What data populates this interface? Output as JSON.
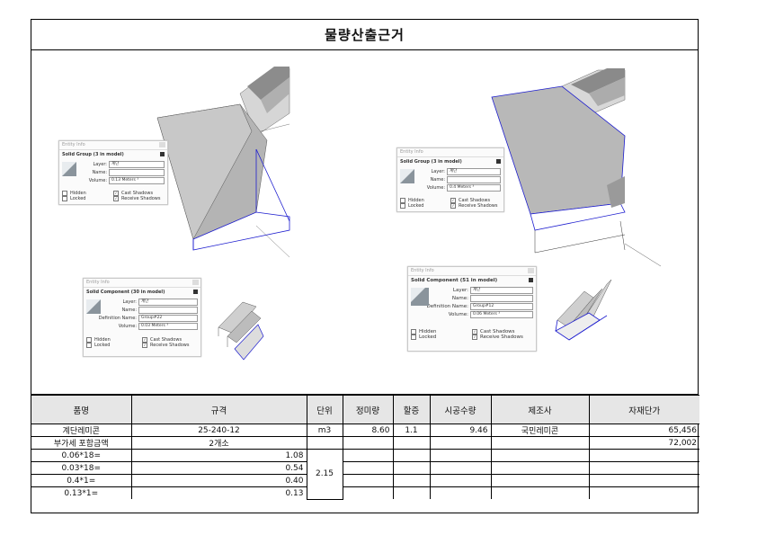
{
  "title": "물량산출근거",
  "panels": [
    {
      "id": "solid-group-3",
      "window_title": "Entity Info",
      "heading": "Solid Group (3 in model)",
      "layer_label": "Layer:",
      "layer_value": "계단",
      "name_label": "Name:",
      "name_value": "",
      "volume_label": "Volume:",
      "volume_value": "0.13 Meters ³",
      "hidden_label": "Hidden",
      "locked_label": "Locked",
      "cast_label": "Cast Shadows",
      "receive_label": "Receive Shadows"
    },
    {
      "id": "solid-group-3b",
      "window_title": "Entity Info",
      "heading": "Solid Group (3 in model)",
      "layer_label": "Layer:",
      "layer_value": "계단",
      "name_label": "Name:",
      "name_value": "",
      "volume_label": "Volume:",
      "volume_value": "0.4 Meters ³",
      "hidden_label": "Hidden",
      "locked_label": "Locked",
      "cast_label": "Cast Shadows",
      "receive_label": "Receive Shadows"
    },
    {
      "id": "solid-component-30",
      "window_title": "Entity Info",
      "heading": "Solid Component (30 in model)",
      "layer_label": "Layer:",
      "layer_value": "계단",
      "name_label": "Name:",
      "name_value": "",
      "def_label": "Definition Name:",
      "def_value": "Group#22",
      "volume_label": "Volume:",
      "volume_value": "0.03 Meters ³",
      "hidden_label": "Hidden",
      "locked_label": "Locked",
      "cast_label": "Cast Shadows",
      "receive_label": "Receive Shadows"
    },
    {
      "id": "solid-component-51",
      "window_title": "Entity Info",
      "heading": "Solid Component (51 in model)",
      "layer_label": "Layer:",
      "layer_value": "계단",
      "name_label": "Name:",
      "name_value": "",
      "def_label": "Definition Name:",
      "def_value": "Group#12",
      "volume_label": "Volume:",
      "volume_value": "0.06 Meters ³",
      "hidden_label": "Hidden",
      "locked_label": "Locked",
      "cast_label": "Cast Shadows",
      "receive_label": "Receive Shadows"
    }
  ],
  "table": {
    "headers": [
      "품명",
      "규격",
      "단위",
      "정미량",
      "할증",
      "시공수량",
      "제조사",
      "자재단가"
    ],
    "row1": {
      "item": "계단레미콘",
      "spec": "25-240-12",
      "unit": "m3",
      "net": "8.60",
      "surcharge": "1.1",
      "qty": "9.46",
      "maker": "국민레미콘",
      "price": "65,456"
    },
    "row2": {
      "item": "부가세 포함금액",
      "spec": "2개소",
      "price": "72,002"
    },
    "calc": [
      {
        "expr": "0.06*18=",
        "val": "1.08"
      },
      {
        "expr": "0.03*18=",
        "val": "0.54"
      },
      {
        "expr": "0.4*1=",
        "val": "0.40"
      },
      {
        "expr": "0.13*1=",
        "val": "0.13"
      }
    ],
    "merged_unit": "2.15"
  }
}
